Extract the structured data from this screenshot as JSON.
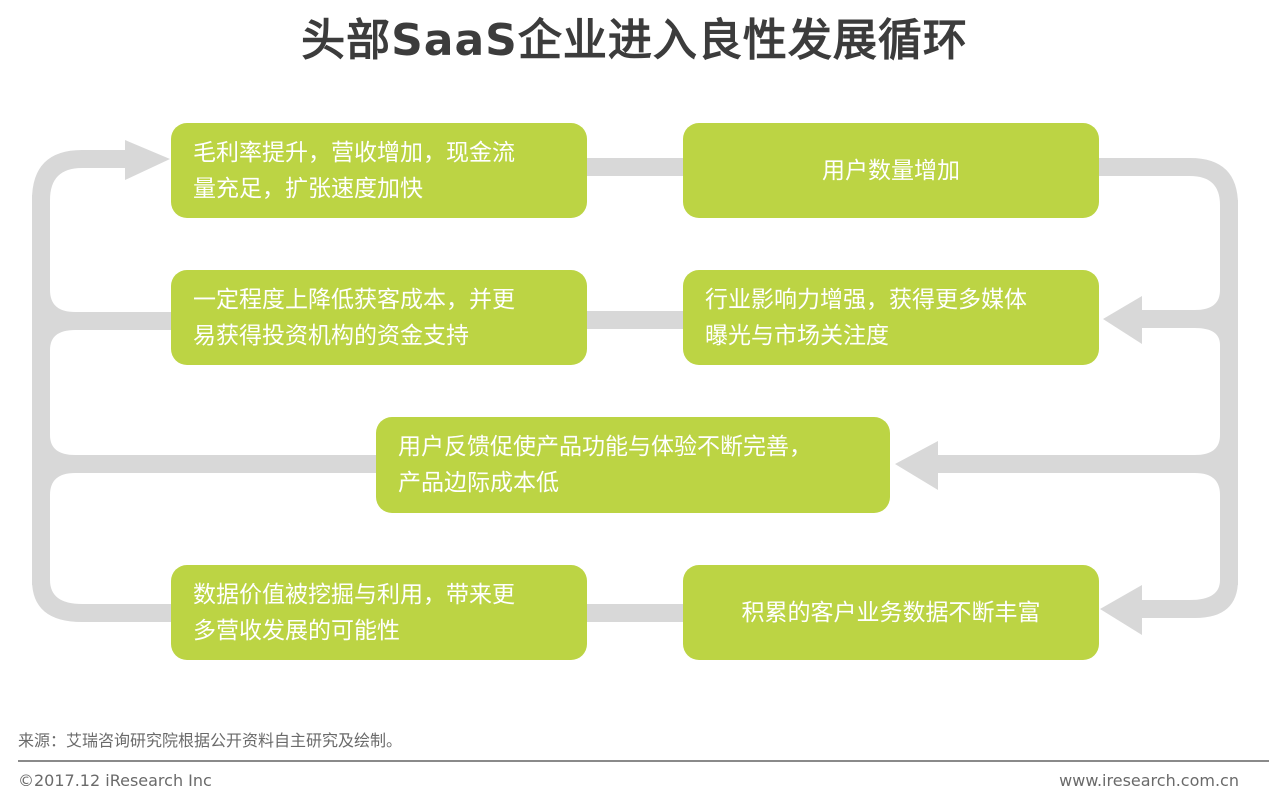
{
  "title": "头部SaaS企业进入良性发展循环",
  "diagram": {
    "type": "cycle-flow",
    "colors": {
      "box_fill": "#bcd444",
      "box_text": "#ffffff",
      "arrow": "#d8d8d8",
      "title": "#3c3c3c"
    },
    "nodes": [
      {
        "id": "n1",
        "text": "毛利率提升，营收增加，现金流量充足，扩张速度加快",
        "lines": [
          "毛利率提升，营收增加，现金流",
          "量充足，扩张速度加快"
        ]
      },
      {
        "id": "n2",
        "text": "用户数量增加",
        "lines": [
          "用户数量增加"
        ]
      },
      {
        "id": "n3",
        "text": "一定程度上降低获客成本，并更易获得投资机构的资金支持",
        "lines": [
          "一定程度上降低获客成本，并更",
          "易获得投资机构的资金支持"
        ]
      },
      {
        "id": "n4",
        "text": "行业影响力增强，获得更多媒体曝光与市场关注度",
        "lines": [
          "行业影响力增强，获得更多媒体",
          "曝光与市场关注度"
        ]
      },
      {
        "id": "n5",
        "text": "用户反馈促使产品功能与体验不断完善，产品边际成本低",
        "lines": [
          "用户反馈促使产品功能与体验不断完善，",
          "产品边际成本低"
        ]
      },
      {
        "id": "n6",
        "text": "数据价值被挖掘与利用，带来更多营收发展的可能性",
        "lines": [
          "数据价值被挖掘与利用，带来更",
          "多营收发展的可能性"
        ]
      },
      {
        "id": "n7",
        "text": "积累的客户业务数据不断丰富",
        "lines": [
          "积累的客户业务数据不断丰富"
        ]
      }
    ],
    "edges": [
      {
        "from": "n1",
        "to": "n2"
      },
      {
        "from": "n2",
        "to": "n4"
      },
      {
        "from": "n2",
        "to": "n5"
      },
      {
        "from": "n2",
        "to": "n7"
      },
      {
        "from": "n4",
        "to": "n3"
      },
      {
        "from": "n3",
        "to": "n1"
      },
      {
        "from": "n5",
        "to": "n1"
      },
      {
        "from": "n7",
        "to": "n6"
      },
      {
        "from": "n6",
        "to": "n1"
      }
    ]
  },
  "footer": {
    "source": "来源：艾瑞咨询研究院根据公开资料自主研究及绘制。",
    "copyright": "©2017.12 iResearch Inc",
    "website": "www.iresearch.com.cn"
  }
}
